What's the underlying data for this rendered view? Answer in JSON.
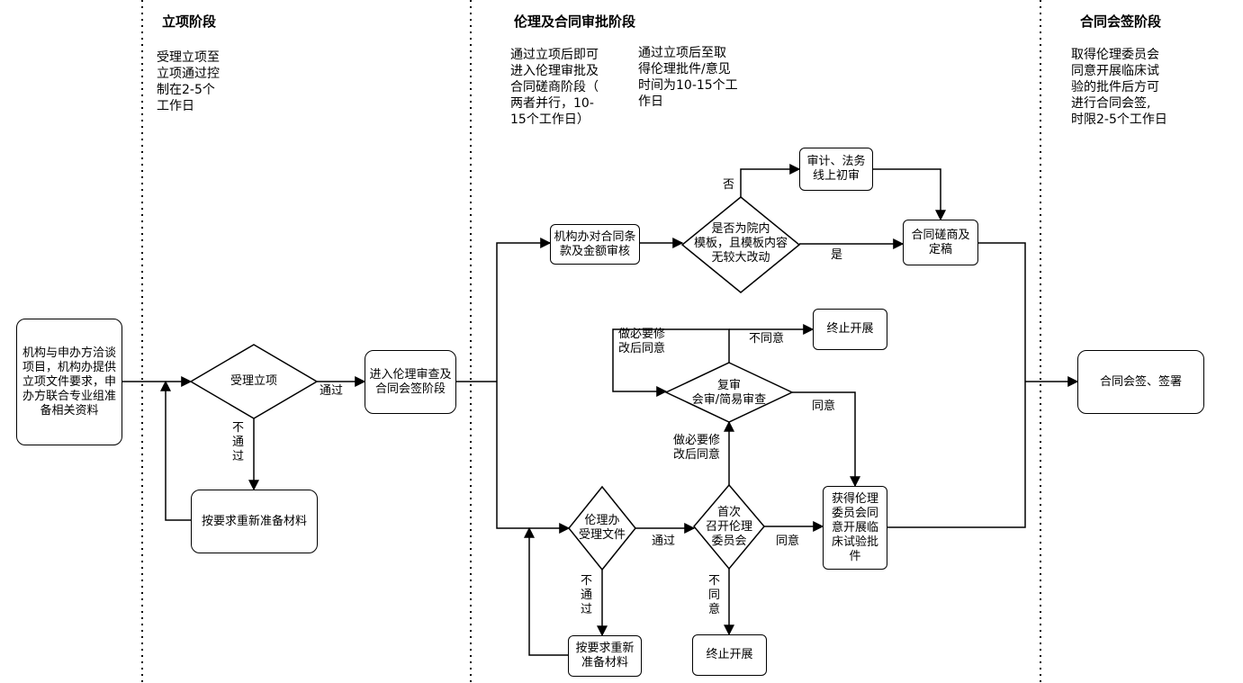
{
  "stages": {
    "s1_title": "立项阶段",
    "s1_note": "受理立项至\n立项通过控\n制在2-5个\n工作日",
    "s2_title": "伦理及合同审批阶段",
    "s2_note_a": "通过立项后即可\n进入伦理审批及\n合同磋商阶段（\n两者并行，10-\n15个工作日）",
    "s2_note_b": "通过立项后至取\n得伦理批件/意见\n时间为10-15个工\n作日",
    "s3_title": "合同会签阶段",
    "s3_note": "取得伦理委员会\n同意开展临床试\n验的批件后方可\n进行合同会签,\n时限2-5个工作日"
  },
  "nodes": {
    "start": "机构与申办方洽谈\n项目，机构办提供\n立项文件要求，申\n办方联合专业组准\n备相关资料",
    "accept_project": "受理立项",
    "reprepare_1": "按要求重新准备材料",
    "enter_stage": "进入伦理审查及\n合同会签阶段",
    "contract_review": "机构办对合同条\n款及金额审核",
    "template_check": "是否为院内\n模板，且模板内容\n无较大改动",
    "audit_legal": "审计、法务\n线上初审",
    "contract_finalize": "合同磋商及\n定稿",
    "terminate_top": "终止开展",
    "recheck": "复审\n会审/简易审查",
    "ethics_accept": "伦理办\n受理文件",
    "first_meeting": "首次\n召开伦理\n委员会",
    "get_approval": "获得伦理\n委员会同\n意开展临\n床试验批\n件",
    "reprepare_2": "按要求重新\n准备材料",
    "terminate_bottom": "终止开展",
    "contract_sign": "合同会签、签署"
  },
  "edge_labels": {
    "pass_1": "通过",
    "fail_1": "不\n通\n过",
    "no": "否",
    "yes": "是",
    "modify_top": "做必要修\n改后同意",
    "disagree_top": "不同意",
    "agree_recheck": "同意",
    "modify_mid": "做必要修\n改后同意",
    "pass_2": "通过",
    "fail_2": "不\n通\n过",
    "disagree_bottom": "不\n同\n意",
    "agree_first": "同意"
  }
}
